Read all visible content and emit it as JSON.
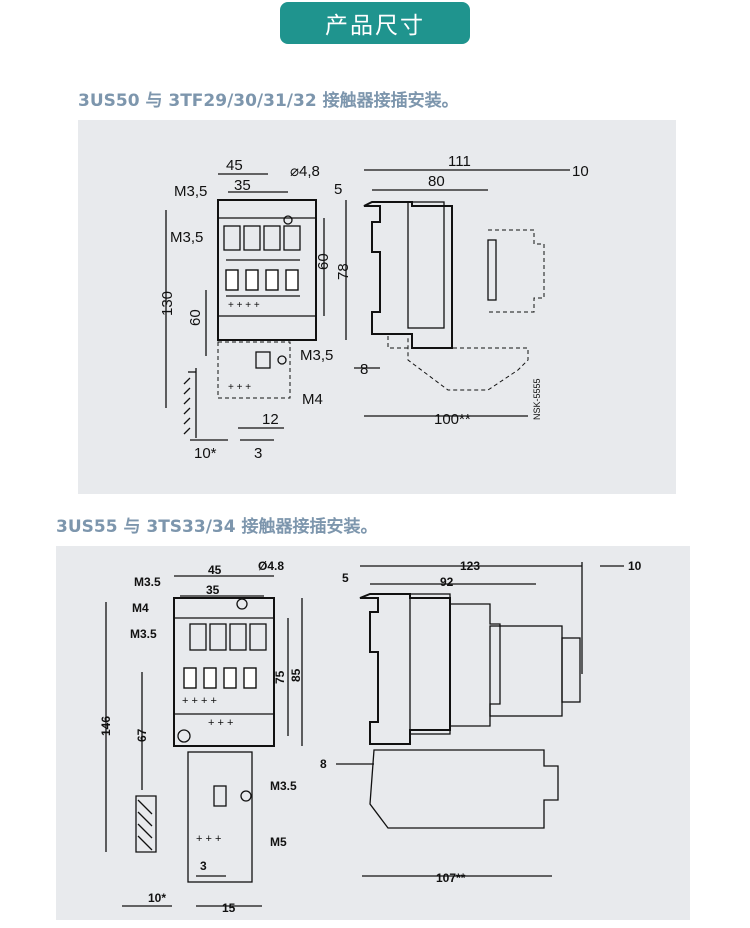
{
  "banner": {
    "title": "产品尺寸"
  },
  "section1": {
    "caption": "3US50 与 3TF29/30/31/32 接触器接插安装。",
    "dims": {
      "w45": "45",
      "w35": "35",
      "hole": "⌀4,8",
      "m35a": "M3,5",
      "m35b": "M3,5",
      "h60a": "60",
      "h78": "78",
      "h130": "130",
      "h60b": "60",
      "m35c": "M3,5",
      "m4": "M4",
      "d12": "12",
      "d10": "10*",
      "d3": "3",
      "d111": "111",
      "d80": "80",
      "d10r": "10",
      "d5": "5",
      "d8": "8",
      "d100": "100**",
      "nsk": "NSK-5555"
    }
  },
  "section2": {
    "caption": "3US55 与 3TS33/34 接触器接插安装。",
    "dims": {
      "w45": "45",
      "hole": "Ø4.8",
      "m35a": "M3.5",
      "w35": "35",
      "m4": "M4",
      "m35b": "M3.5",
      "h75": "75",
      "h85": "85",
      "h146": "146",
      "h67": "67",
      "m35c": "M3.5",
      "m5": "M5",
      "d3": "3",
      "d10": "10*",
      "d15": "15",
      "d5": "5",
      "d123": "123",
      "d92": "92",
      "d10r": "10",
      "d8": "8",
      "d107": "107**"
    }
  }
}
